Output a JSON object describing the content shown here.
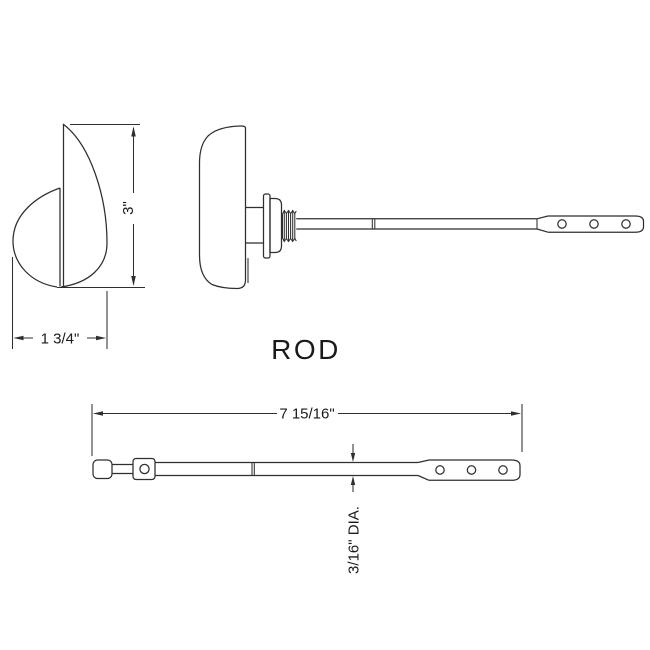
{
  "meta": {
    "background": "#ffffff",
    "line_color": "#2f2f2f",
    "text_color": "#1a1a1a"
  },
  "side_view": {
    "height_dimension": "3\"",
    "width_dimension": "1 3/4\""
  },
  "rod_view": {
    "label": "ROD",
    "length_dimension": "7 15/16\"",
    "diameter_dimension": "3/16\" DIA."
  }
}
